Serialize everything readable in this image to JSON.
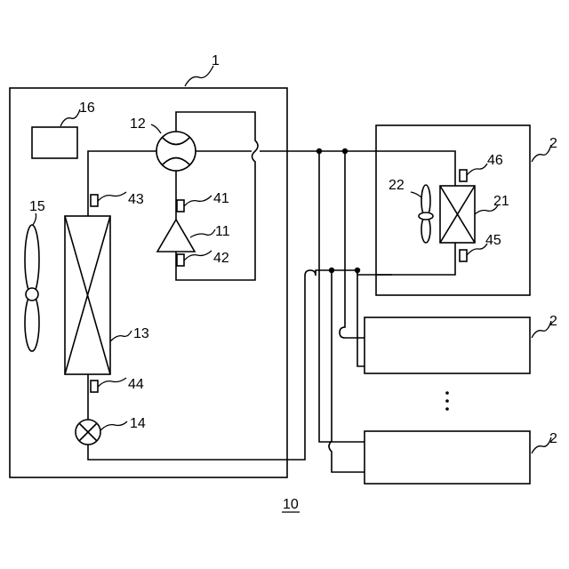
{
  "labels": {
    "outdoor_unit": "1",
    "indoor_unit_a": "2",
    "indoor_unit_b": "2",
    "indoor_unit_c": "2",
    "system": "10",
    "compressor": "11",
    "four_way_valve": "12",
    "outdoor_heat_exchanger": "13",
    "expansion_valve": "14",
    "outdoor_fan": "15",
    "controller": "16",
    "indoor_heat_exchanger": "21",
    "indoor_fan": "22",
    "sensor_41": "41",
    "sensor_42": "42",
    "sensor_43": "43",
    "sensor_44": "44",
    "sensor_45": "45",
    "sensor_46": "46"
  },
  "ellipsis": "⋮"
}
